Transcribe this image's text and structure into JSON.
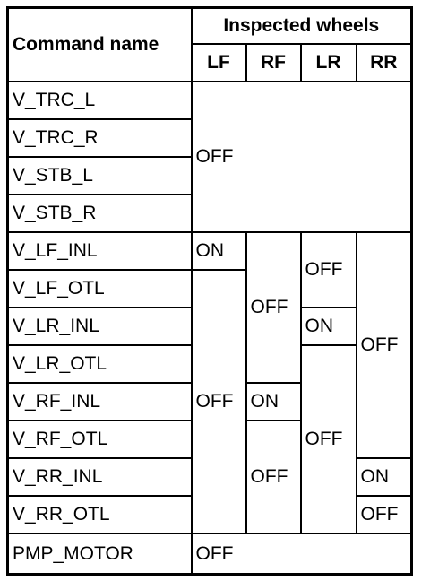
{
  "header": {
    "command_name": "Command name",
    "inspected_wheels": "Inspected wheels",
    "wheels": [
      "LF",
      "RF",
      "LR",
      "RR"
    ]
  },
  "commands": [
    "V_TRC_L",
    "V_TRC_R",
    "V_STB_L",
    "V_STB_R",
    "V_LF_INL",
    "V_LF_OTL",
    "V_LR_INL",
    "V_LR_OTL",
    "V_RF_INL",
    "V_RF_OTL",
    "V_RR_INL",
    "V_RR_OTL",
    "PMP_MOTOR"
  ],
  "cells": {
    "trc_stb_all": "OFF",
    "lf_inl_lf": "ON",
    "lf_col_rest": "OFF",
    "rf_upper": "OFF",
    "rf_inl_rf": "ON",
    "rf_lower": "OFF",
    "lr_upper": "OFF",
    "lr_inl_lr": "ON",
    "lr_lower": "OFF",
    "rr_upper": "OFF",
    "rr_inl_rr": "ON",
    "rr_otl_rr": "OFF",
    "pmp_all": "OFF"
  }
}
